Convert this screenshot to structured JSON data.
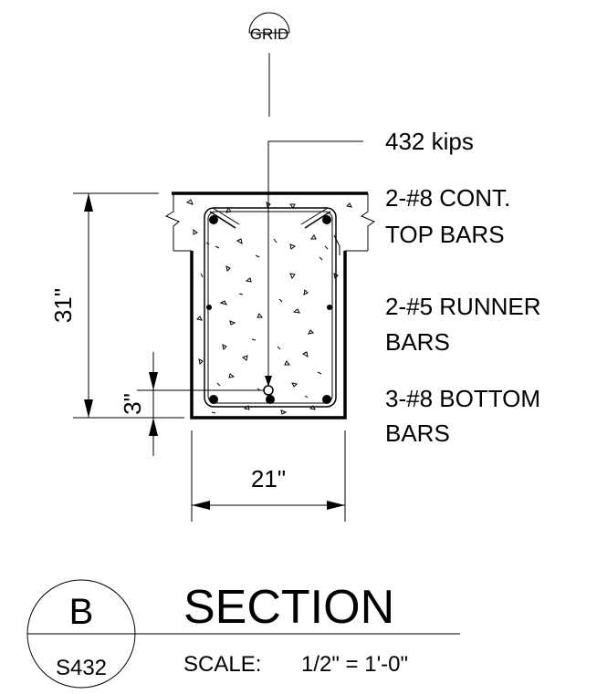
{
  "grid_bubble": {
    "label": "GRID"
  },
  "load": {
    "text": "432 kips"
  },
  "notes": {
    "top_bars": [
      "2-#8 CONT.",
      "TOP BARS"
    ],
    "runner_bars": [
      "2-#5 RUNNER",
      "BARS"
    ],
    "bottom_bars": [
      "3-#8 BOTTOM",
      "BARS"
    ]
  },
  "dimensions": {
    "height": "31\"",
    "width": "21\"",
    "offset": "3\""
  },
  "title_block": {
    "detail_letter": "B",
    "sheet": "S432",
    "title": "SECTION",
    "scale_label": "SCALE:",
    "scale_value": "1/2\" = 1'-0\""
  }
}
